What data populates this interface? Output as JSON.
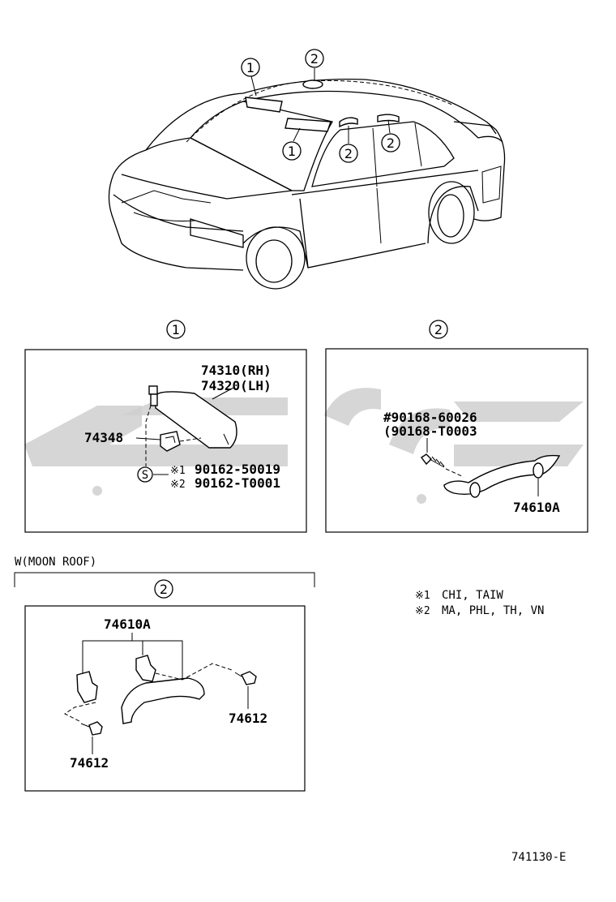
{
  "callouts": {
    "one": "1",
    "two": "2"
  },
  "box1": {
    "part_visor_rh": "74310(RH)",
    "part_visor_lh": "74320(LH)",
    "part_holder": "74348",
    "screw_mark": "S",
    "note_mark_1": "※1",
    "note_mark_2": "※2",
    "screw_1": "90162-50019",
    "screw_2": "90162-T0001"
  },
  "box2": {
    "screw_a": "#90168-60026",
    "screw_b": "(90168-T0003",
    "grip": "74610A"
  },
  "moonroof": {
    "header": "W(MOON ROOF)",
    "grip": "74610A",
    "cap_right": "74612",
    "cap_left": "74612"
  },
  "notes": [
    {
      "mark": "※1",
      "text": "CHI, TAIW"
    },
    {
      "mark": "※2",
      "text": "MA, PHL, TH, VN"
    }
  ],
  "figure_code": "741130-E"
}
